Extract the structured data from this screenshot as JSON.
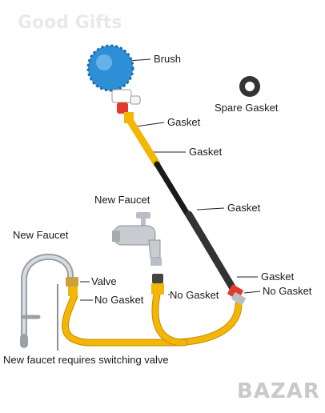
{
  "watermark": "Good Gifts",
  "brand_mark": "BAZAR",
  "labels": {
    "brush": "Brush",
    "spare_gasket": "Spare Gasket",
    "gasket_1": "Gasket",
    "gasket_2": "Gasket",
    "gasket_3": "Gasket",
    "gasket_4": "Gasket",
    "new_faucet_left": "New Faucet",
    "new_faucet_center": "New Faucet",
    "valve": "Valve",
    "no_gasket_1": "No Gasket",
    "no_gasket_2": "No Gasket",
    "no_gasket_3": "No Gasket",
    "switching_valve_note": "New faucet requires switching valve"
  },
  "colors": {
    "hose_yellow": "#f2b705",
    "pole_black": "#1a1a1a",
    "brush_blue": "#2f8fd6",
    "chrome": "#b9bec4",
    "valve_red": "#e23a2e",
    "brass": "#caa13a"
  }
}
